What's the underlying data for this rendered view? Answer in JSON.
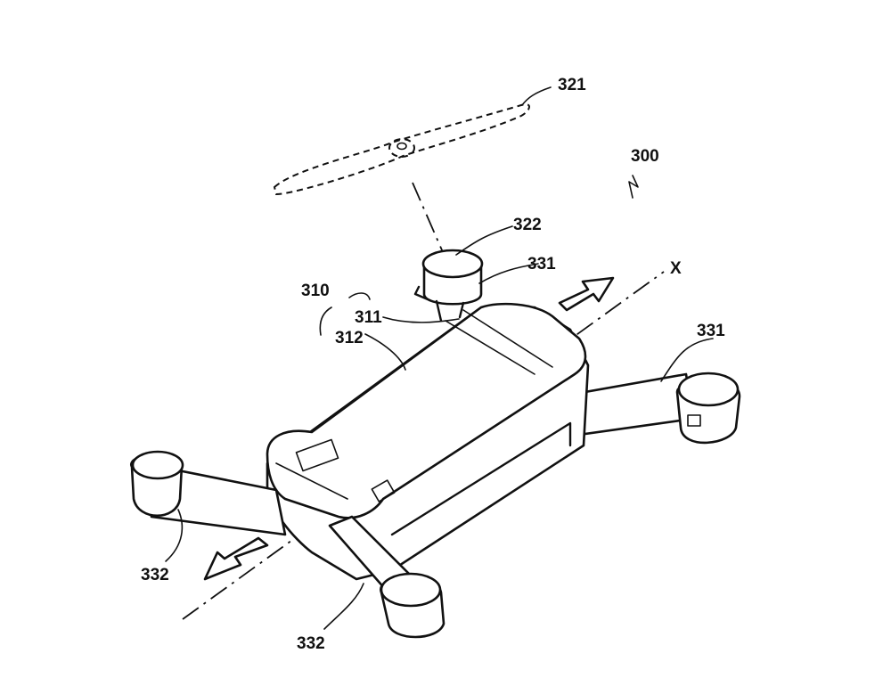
{
  "labels": {
    "drone": "300",
    "body": "310",
    "body_upper": "311",
    "body_lower": "312",
    "propeller": "321",
    "motor": "322",
    "arm_rear_top": "331",
    "arm_rear_right": "331",
    "arm_front_left": "332",
    "arm_front_bottom": "332",
    "axis": "X"
  }
}
